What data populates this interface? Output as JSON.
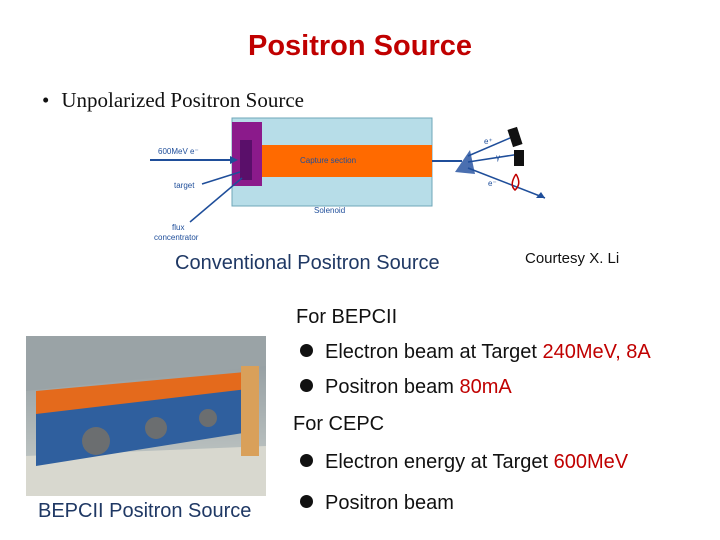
{
  "title": "Positron Source",
  "bullet": "Unpolarized Positron Source",
  "diagram": {
    "label_600mev": "600MeV e⁻",
    "label_target": "target",
    "label_flux": "flux",
    "label_concentrator": "concentrator",
    "label_capture": "Capture section",
    "label_solenoid": "Solenoid",
    "label_e_plus": "e⁺",
    "label_gamma": "γ",
    "label_e_minus": "e⁻"
  },
  "diagram_caption": "Conventional Positron Source",
  "courtesy": "Courtesy X. Li",
  "bepcii": {
    "heading": "For BEPCII",
    "items": [
      {
        "text": "Electron beam at Target ",
        "value": "240MeV, 8A"
      },
      {
        "text": "Positron beam ",
        "value": "80mA"
      }
    ]
  },
  "cepc": {
    "heading": "For CEPC",
    "items": [
      {
        "text": "Electron energy at Target ",
        "value": "600MeV"
      },
      {
        "text": "Positron beam",
        "value": ""
      }
    ]
  },
  "photo_caption": "BEPCII Positron Source",
  "colors": {
    "title": "#c00000",
    "caption": "#1f3864",
    "capture_section": "#ff6600",
    "target": "#7b1fa2"
  }
}
